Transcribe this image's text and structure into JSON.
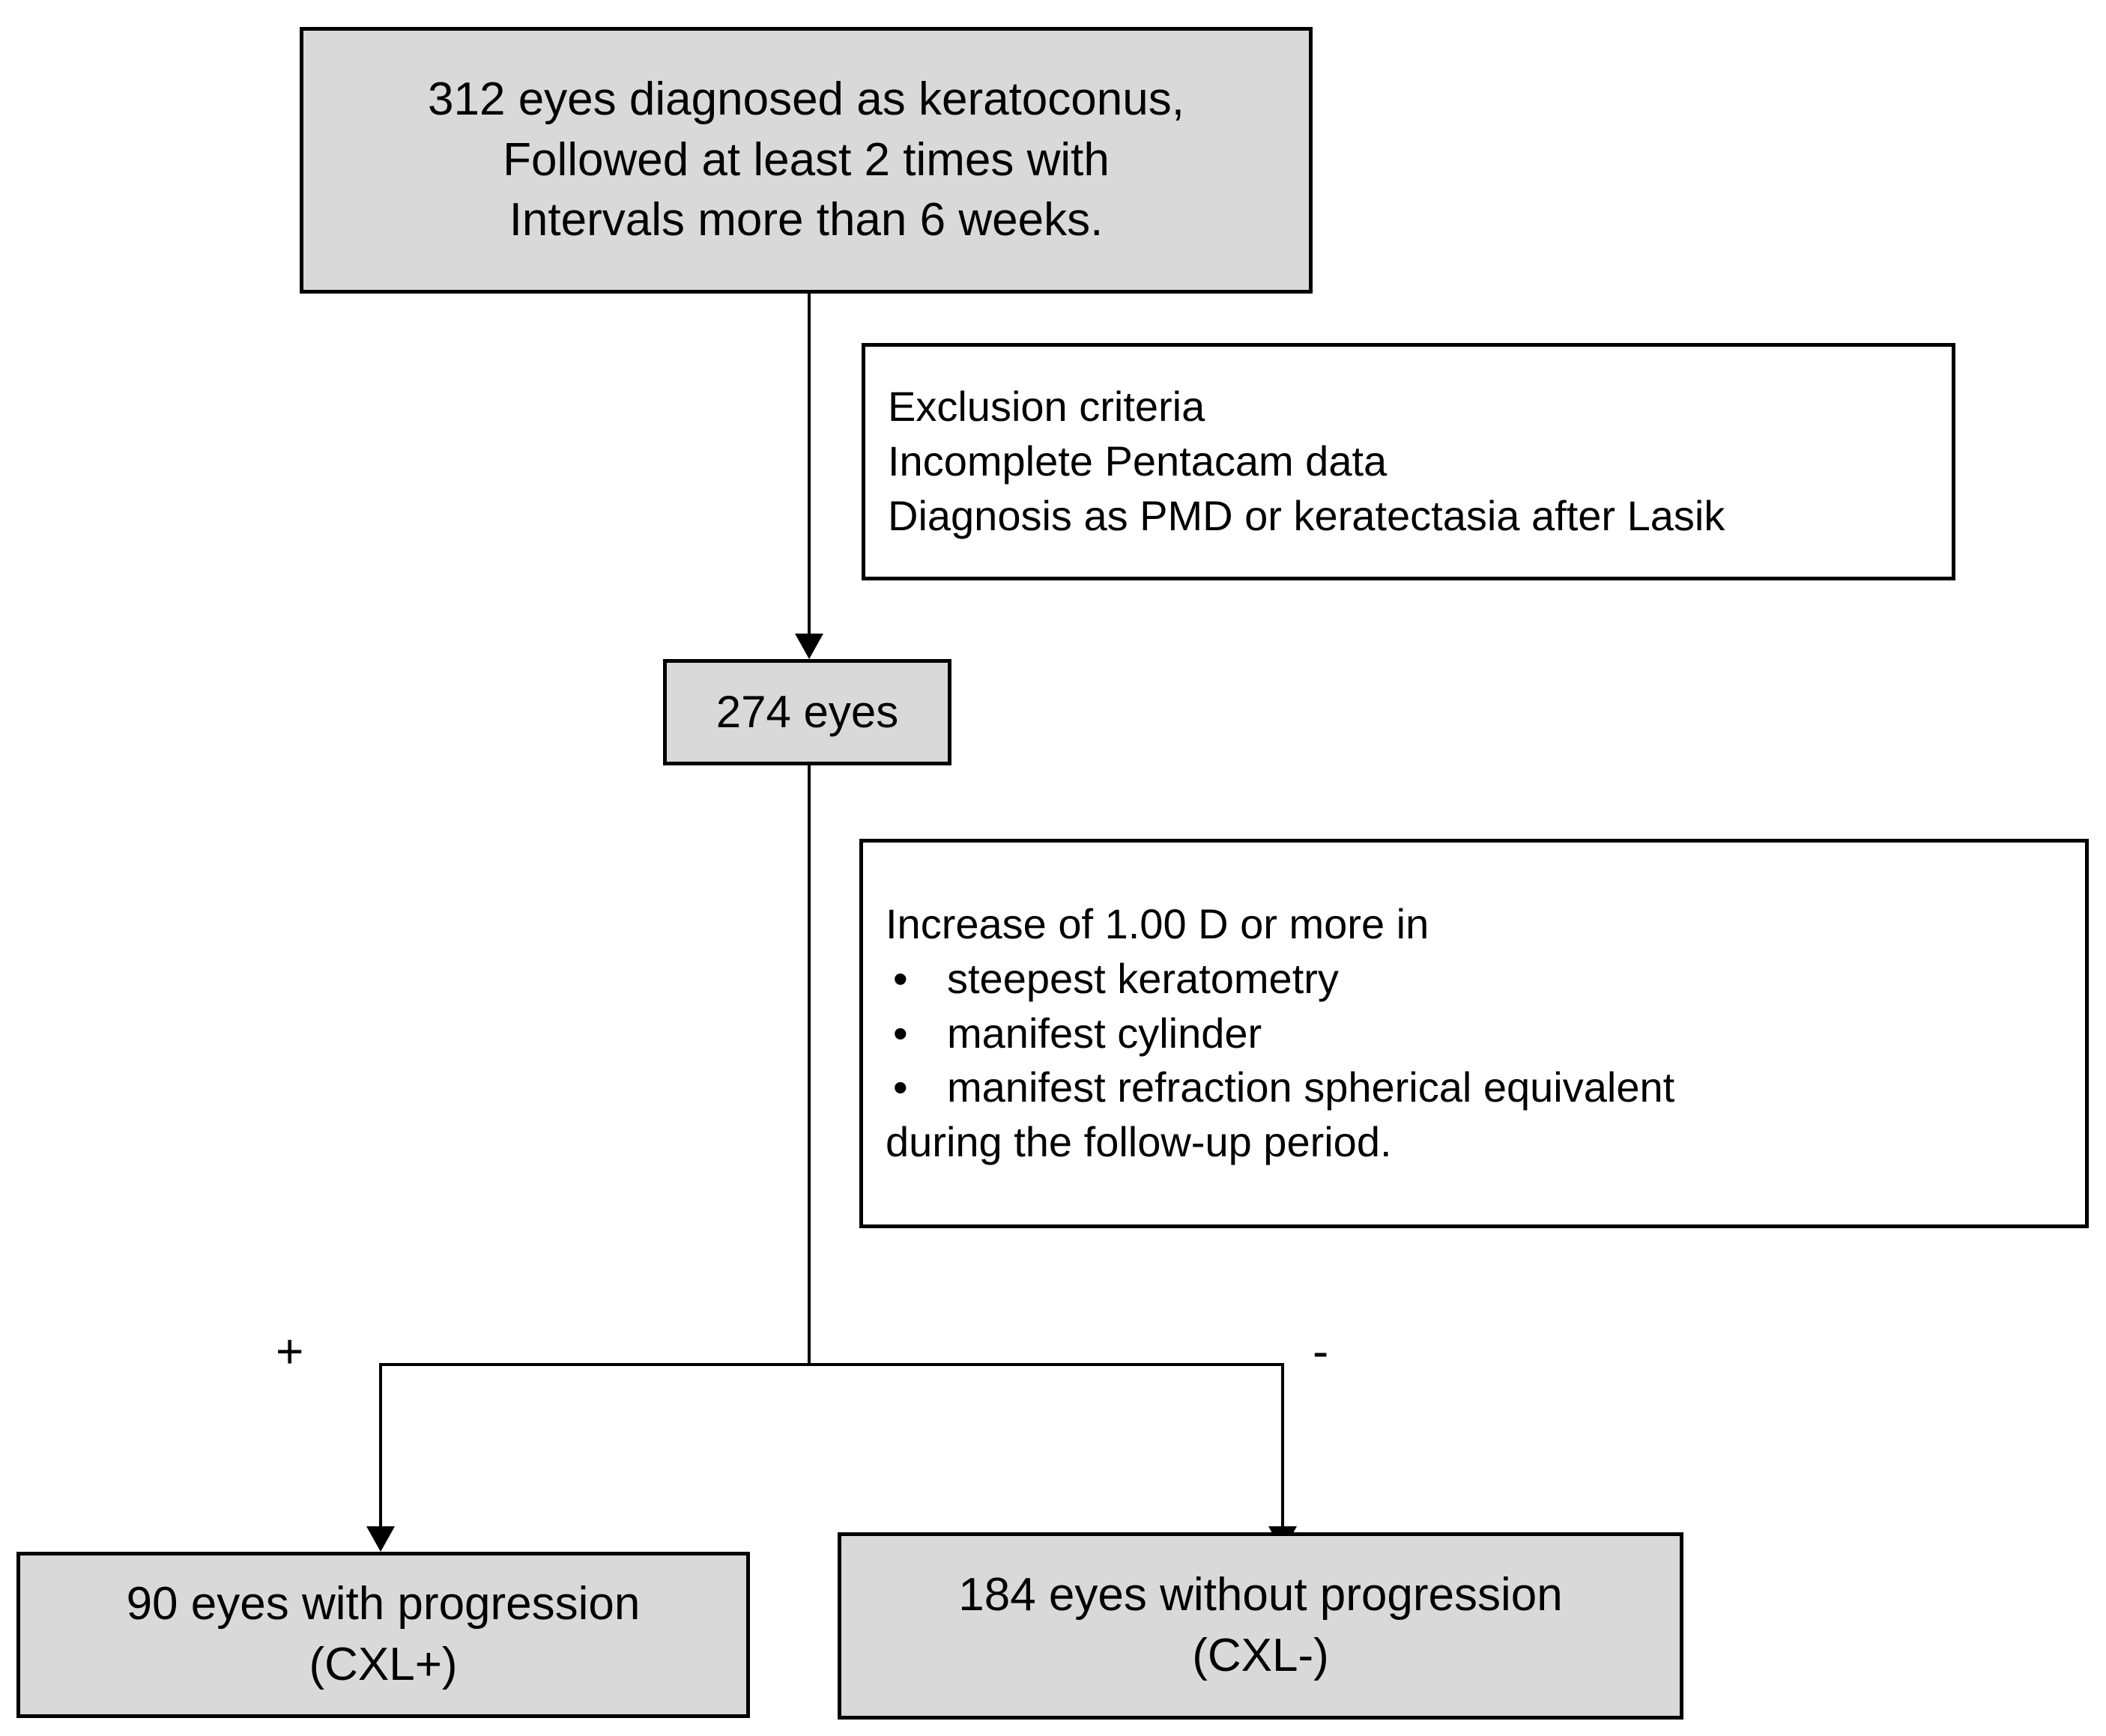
{
  "diagram": {
    "title": "Keratoconus study patient flow diagram",
    "colors": {
      "node_fill": "#d9d9d9",
      "node_fill_plain": "#ffffff",
      "stroke": "#000000",
      "background": "#ffffff"
    },
    "nodes": {
      "cohort": {
        "lines": [
          "312 eyes diagnosed as keratoconus,",
          "Followed at least 2 times with",
          "Intervals more than 6 weeks."
        ]
      },
      "exclusion": {
        "lines": [
          "Exclusion criteria",
          "Incomplete Pentacam data",
          "Diagnosis as PMD or keratectasia after Lasik"
        ]
      },
      "eyes_274": {
        "label": "274 eyes"
      },
      "progression_criteria": {
        "heading": "Increase of 1.00 D or more in",
        "bullets": [
          "steepest keratometry",
          "manifest cylinder",
          "manifest refraction spherical equivalent"
        ],
        "bullet_glyph": "•",
        "footer": "during the follow-up period."
      },
      "cxl_positive": {
        "lines": [
          "90 eyes with progression",
          "(CXL+)"
        ]
      },
      "cxl_negative": {
        "lines": [
          "184 eyes without progression",
          "(CXL-)"
        ]
      }
    },
    "branch_labels": {
      "positive": "+",
      "negative": "-"
    }
  }
}
